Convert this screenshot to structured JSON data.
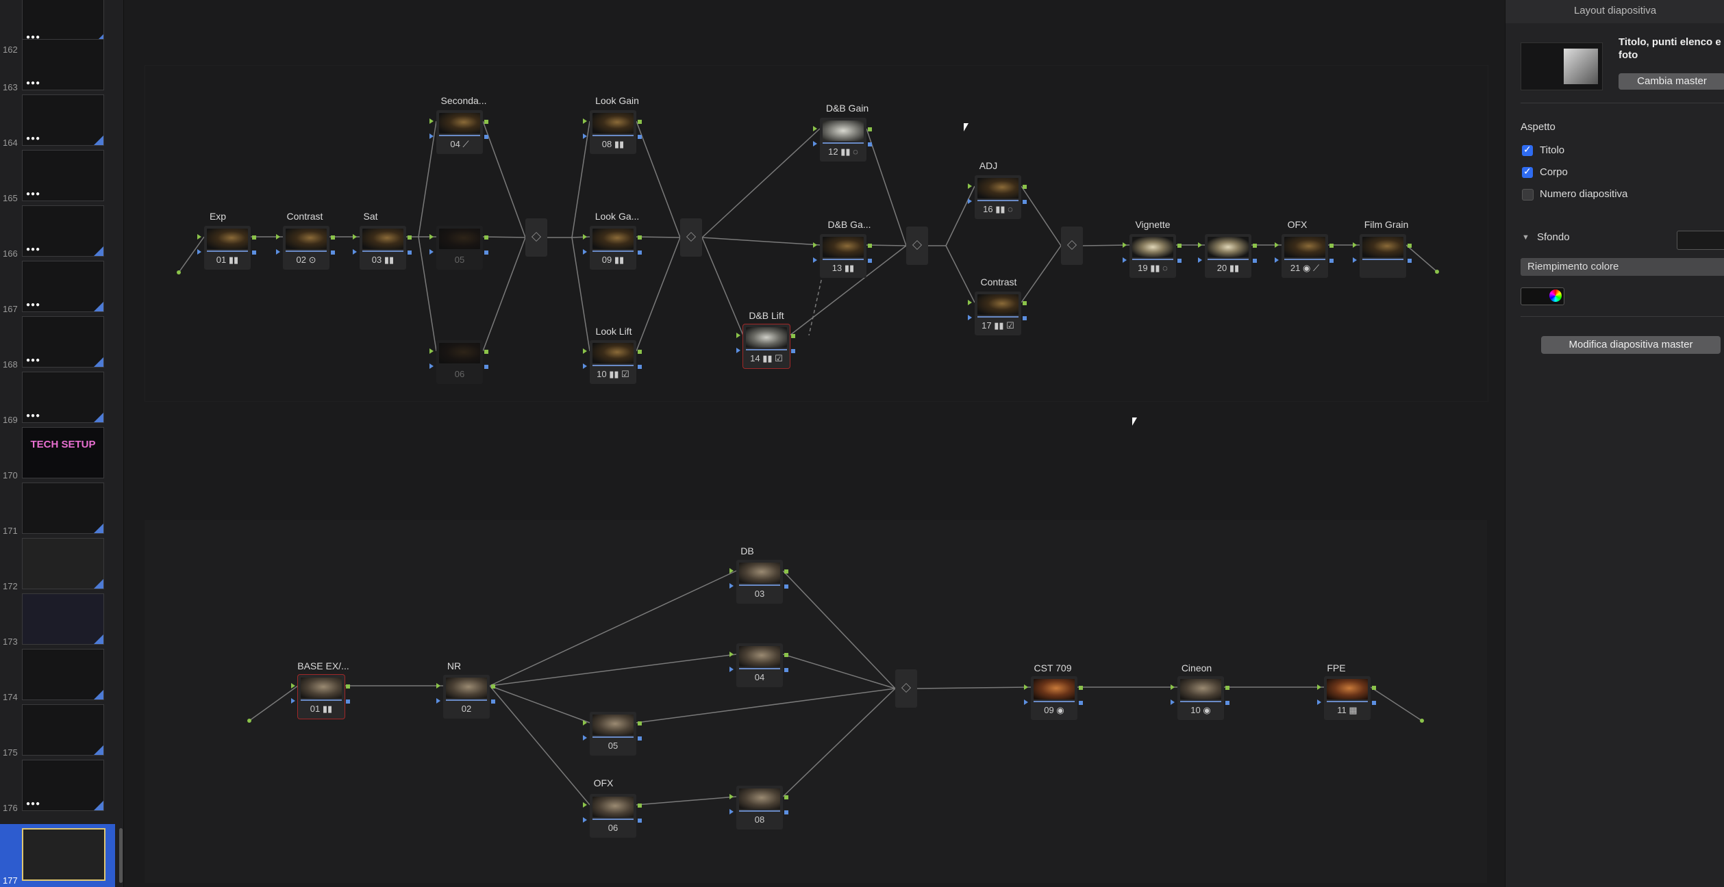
{
  "navigator": {
    "slides": [
      {
        "number": "162",
        "caption": "",
        "dots": true
      },
      {
        "number": "163",
        "caption": "",
        "dots": true
      },
      {
        "number": "164",
        "caption": "",
        "dots": true
      },
      {
        "number": "165",
        "caption": "",
        "dots": true
      },
      {
        "number": "166",
        "caption": "",
        "dots": true
      },
      {
        "number": "167",
        "caption": "",
        "dots": true
      },
      {
        "number": "168",
        "caption": "",
        "dots": true
      },
      {
        "number": "169",
        "caption": "",
        "dots": true
      },
      {
        "number": "170",
        "caption": "TECH SETUP",
        "dots": false
      },
      {
        "number": "171",
        "caption": "",
        "dots": false
      },
      {
        "number": "172",
        "caption": "",
        "dots": false
      },
      {
        "number": "173",
        "caption": "",
        "dots": false
      },
      {
        "number": "174",
        "caption": "",
        "dots": false
      },
      {
        "number": "175",
        "caption": "",
        "dots": false
      },
      {
        "number": "176",
        "caption": "",
        "dots": true
      },
      {
        "number": "177",
        "caption": "",
        "dots": false,
        "selected": true
      }
    ],
    "dots_text": "●●●"
  },
  "graph1": {
    "titles": {
      "exp": "Exp",
      "contrast": "Contrast",
      "sat": "Sat",
      "seconda": "Seconda...",
      "look_gain": "Look Gain",
      "look_ga": "Look Ga...",
      "look_lift": "Look Lift",
      "db_gain": "D&B Gain",
      "db_ga": "D&B Ga...",
      "db_lift": "D&B Lift",
      "adj": "ADJ",
      "contrast2": "Contrast",
      "vignette": "Vignette",
      "ofx": "OFX",
      "film_grain": "Film Grain"
    },
    "labels": {
      "n01": "01 ▮▮",
      "n02": "02 ⊙",
      "n03": "03 ▮▮",
      "n04": "04 ⟋",
      "n05": "05",
      "n06": "06",
      "n08": "08 ▮▮",
      "n09": "09 ▮▮",
      "n10": "10 ▮▮ ☑",
      "n12": "12 ▮▮ ◌",
      "n13": "13 ▮▮",
      "n14": "14 ▮▮ ☑",
      "n16": "16 ▮▮ ◌",
      "n17": "17 ▮▮ ☑",
      "n19": "19 ▮▮ ◌",
      "n20": "20 ▮▮",
      "n21": "21 ◉ ⟋",
      "n22": ""
    }
  },
  "graph2": {
    "titles": {
      "base": "BASE EX/...",
      "nr": "NR",
      "db": "DB",
      "ofx": "OFX",
      "cst": "CST 709",
      "cineon": "Cineon",
      "fpe": "FPE"
    },
    "labels": {
      "n01": "01 ▮▮",
      "n02": "02",
      "n03": "03",
      "n04": "04",
      "n05": "05",
      "n06": "06",
      "n08": "08",
      "n09": "09 ◉",
      "n10": "10 ◉",
      "n11": "11 ▦"
    }
  },
  "inspector": {
    "header": "Layout diapositiva",
    "layout_name": "Titolo, punti elenco e foto",
    "change_master": "Cambia master",
    "appearance_title": "Aspetto",
    "options": [
      {
        "label": "Titolo",
        "checked": true
      },
      {
        "label": "Corpo",
        "checked": true
      },
      {
        "label": "Numero diapositiva",
        "checked": false
      }
    ],
    "background_title": "Sfondo",
    "fill_type": "Riempimento colore",
    "edit_master": "Modifica diapositiva master"
  },
  "colors": {
    "accent": "#2f6cf2",
    "wire": "#7a7a7a",
    "output_port": "#8bc34a",
    "input_port": "#5c8fe0"
  }
}
